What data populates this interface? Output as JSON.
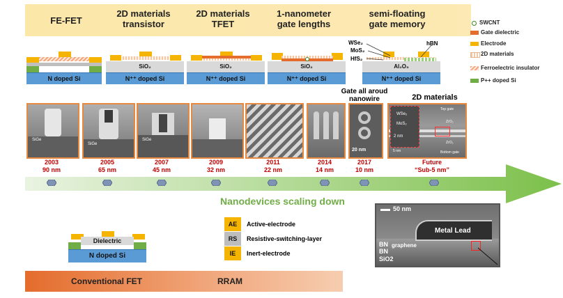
{
  "headers": [
    {
      "line1": "FE-FET",
      "line2": ""
    },
    {
      "line1": "2D materials",
      "line2": "transistor"
    },
    {
      "line1": "2D materials",
      "line2": "TFET"
    },
    {
      "line1": "1-nanometer",
      "line2": "gate lengths"
    },
    {
      "line1": "semi-floating",
      "line2": "gate memory"
    }
  ],
  "stacks": [
    {
      "substrate": "N doped Si",
      "oxide": ""
    },
    {
      "substrate": "N⁺⁺ doped Si",
      "oxide": "SiO₂"
    },
    {
      "substrate": "N⁺⁺ doped Si",
      "oxide": "SiO₂"
    },
    {
      "substrate": "N⁺⁺ doped Si",
      "oxide": "SiO₂"
    },
    {
      "substrate": "N⁺⁺ doped Si",
      "oxide": "Al₂O₃"
    }
  ],
  "semi_floating_labels": {
    "wse2": "WSe₂",
    "mos2": "MoS₂",
    "hfs2": "HfS₂",
    "hbn": "hBN"
  },
  "legend": [
    {
      "label": "SWCNT",
      "color": "#70ad47"
    },
    {
      "label": "Gate dielectric",
      "color": "#e46c2c"
    },
    {
      "label": "Electrode",
      "color": "#f5b400"
    },
    {
      "label": "2D materials",
      "color": "#f2c7a3"
    },
    {
      "label": "Ferroelectric insulator",
      "color": "#f4a67a"
    },
    {
      "label": "P++ doped Si",
      "color": "#70ad47"
    }
  ],
  "photo_labels": {
    "gate_all_around": "Gate all aroud\nnanowire",
    "future": "2D materials",
    "scale_20nm": "20 nm",
    "scale_2nm": "2 nm",
    "scale_5nm": "5 nm",
    "wse2": "WSe₂",
    "mos2": "MoS₂",
    "top_gate": "Top gate",
    "zro2": "ZrO₂",
    "bottom_gate": "Bottom gate",
    "sige": "SiGe"
  },
  "timeline": [
    {
      "year": "2003",
      "node": "90 nm"
    },
    {
      "year": "2005",
      "node": "65 nm"
    },
    {
      "year": "2007",
      "node": "45 nm"
    },
    {
      "year": "2009",
      "node": "32 nm"
    },
    {
      "year": "2011",
      "node": "22 nm"
    },
    {
      "year": "2014",
      "node": "14 nm"
    },
    {
      "year": "2017",
      "node": "10 nm"
    },
    {
      "year": "Future",
      "node": "“Sub-5 nm”"
    }
  ],
  "scaling_label": "Nanodevices scaling down",
  "conventional_fet": {
    "dielectric": "Dielectric",
    "substrate": "N doped Si"
  },
  "rram": [
    {
      "abbr": "AE",
      "label": "Active-electrode",
      "color": "#f5b400"
    },
    {
      "abbr": "RS",
      "label": "Resistive-switching-layer",
      "color": "#bdbdbd"
    },
    {
      "abbr": "IE",
      "label": "Inert-electrode",
      "color": "#f5b400"
    }
  ],
  "tem": {
    "scale": "50 nm",
    "metal": "Metal Lead",
    "bn1": "BN",
    "graphene": "graphene",
    "bn2": "BN",
    "sio2": "SiO2"
  },
  "bottom_bar": {
    "left": "Conventional FET",
    "right": "RRAM"
  }
}
